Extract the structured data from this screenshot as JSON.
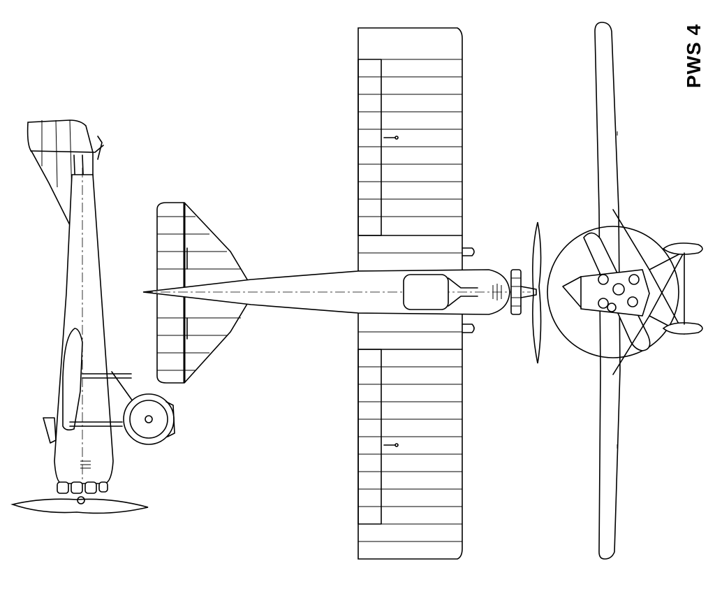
{
  "title": "PWS 4",
  "views": [
    "side-view",
    "top-view",
    "front-view"
  ]
}
